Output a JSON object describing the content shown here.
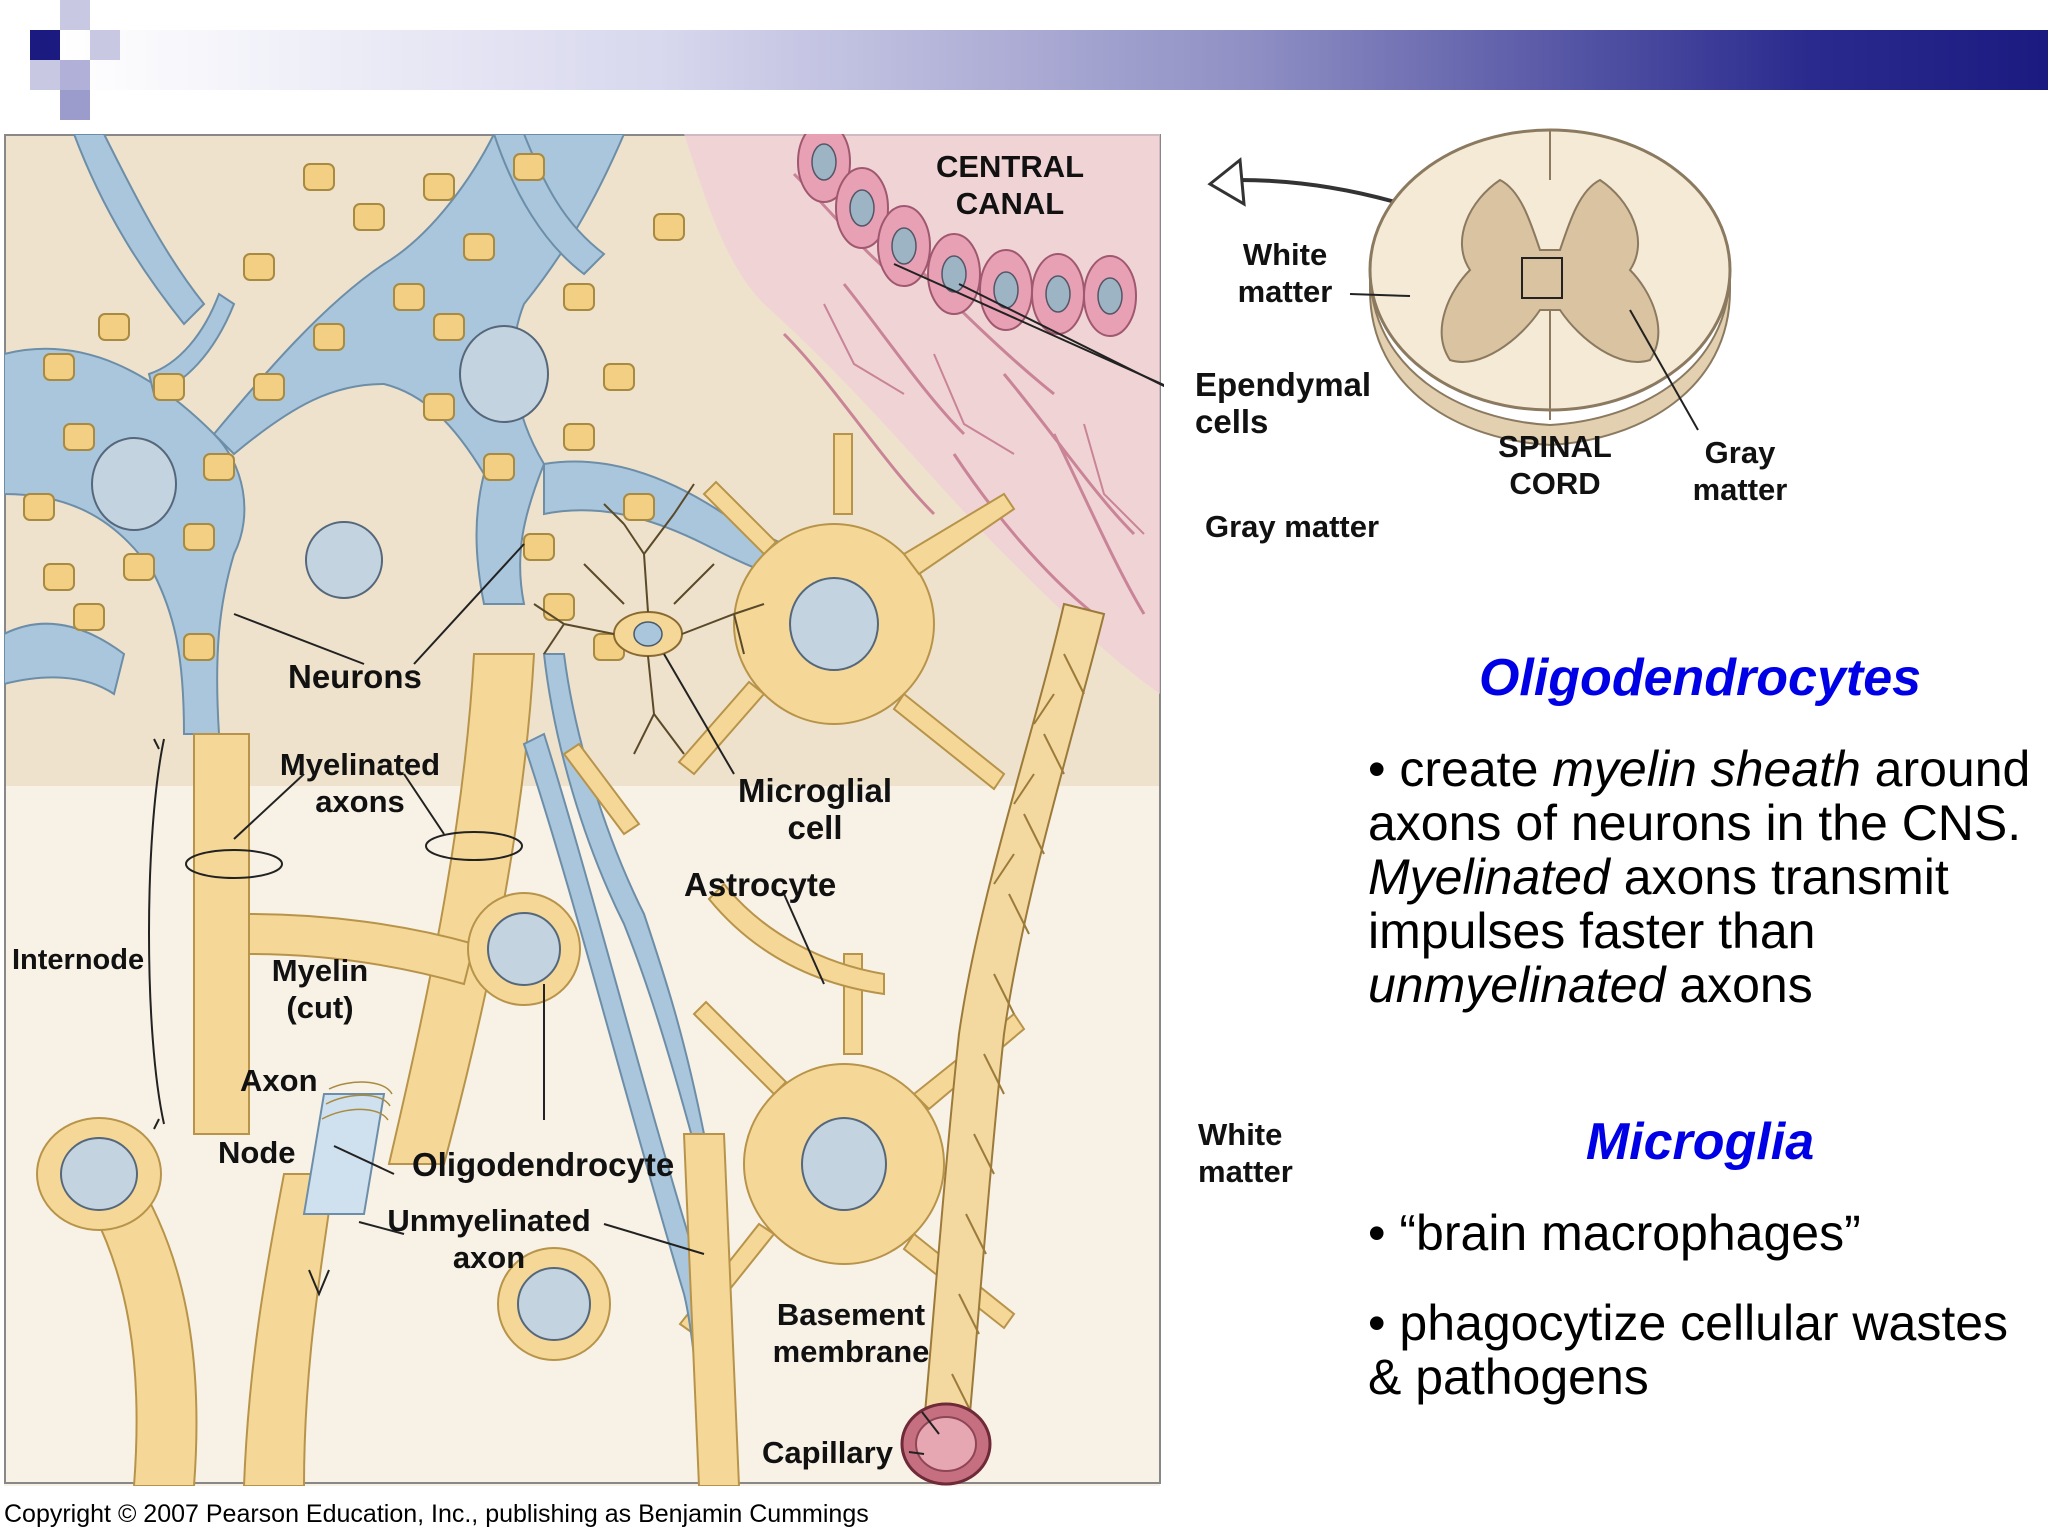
{
  "colors": {
    "bar_dark": "#1a1a80",
    "heading_blue": "#0000e6",
    "cell_yellow": "#f5d898",
    "cell_blue": "#a9c6dc",
    "background_tan": "#efe2cc",
    "ependymal_pink": "#e8a0b4"
  },
  "labels": {
    "central_canal": [
      "CENTRAL",
      "CANAL"
    ],
    "white_matter_top": [
      "White",
      "matter"
    ],
    "ependymal_cells": [
      "Ependymal",
      "cells"
    ],
    "spinal_cord": [
      "SPINAL",
      "CORD"
    ],
    "gray_matter_inset": [
      "Gray",
      "matter"
    ],
    "gray_matter": "Gray matter",
    "neurons": "Neurons",
    "myelinated_axons": [
      "Myelinated",
      "axons"
    ],
    "microglial_cell": [
      "Microglial",
      "cell"
    ],
    "astrocyte": "Astrocyte",
    "internode": "Internode",
    "myelin_cut": [
      "Myelin",
      "(cut)"
    ],
    "axon": "Axon",
    "node": "Node",
    "oligodendrocyte": "Oligodendrocyte",
    "unmyelinated_axon": [
      "Unmyelinated",
      "axon"
    ],
    "basement_membrane": [
      "Basement",
      "membrane"
    ],
    "capillary": "Capillary",
    "white_matter_bottom": [
      "White",
      "matter"
    ]
  },
  "sections": [
    {
      "heading": "Oligodendrocytes",
      "bullets": [
        [
          {
            "t": "create ",
            "i": false
          },
          {
            "t": "myelin sheath",
            "i": true
          },
          {
            "t": " around axons of neurons in the CNS. ",
            "i": false
          },
          {
            "t": "Myelinated",
            "i": true
          },
          {
            "t": " axons transmit impulses faster than ",
            "i": false
          },
          {
            "t": "unmyelinated",
            "i": true
          },
          {
            "t": " axons",
            "i": false
          }
        ]
      ]
    },
    {
      "heading": "Microglia",
      "bullets": [
        [
          {
            "t": "“brain macrophages”",
            "i": false
          }
        ],
        [
          {
            "t": "phagocytize cellular wastes & pathogens",
            "i": false
          }
        ]
      ]
    }
  ],
  "copyright": "Copyright © 2007 Pearson Education, Inc., publishing as Benjamin Cummings"
}
